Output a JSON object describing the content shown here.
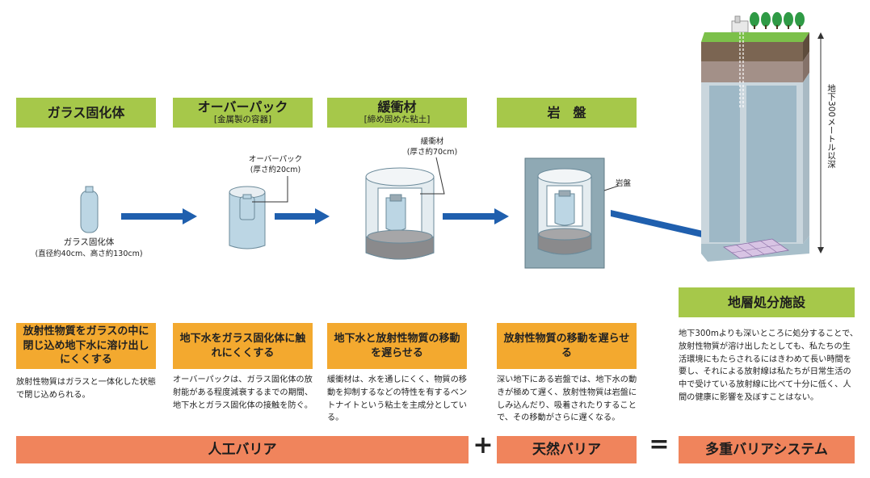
{
  "headers": {
    "glass": {
      "title": "ガラス固化体"
    },
    "overpack": {
      "title": "オーバーパック",
      "sub": "[金属製の容器]"
    },
    "buffer": {
      "title": "緩衝材",
      "sub": "[締め固めた粘土]"
    },
    "rock": {
      "title": "岩　盤"
    },
    "facility": {
      "title": "地層処分施設"
    }
  },
  "captions": {
    "glass_line1": "ガラス固化体",
    "glass_line2": "(直径約40cm、高さ約130cm)",
    "overpack_line1": "オーバーパック",
    "overpack_line2": "(厚さ約20cm)",
    "buffer_line1": "緩衝材",
    "buffer_line2": "(厚さ約70cm)",
    "rock": "岩盤",
    "depth": "地下300メートル以深"
  },
  "highlights": {
    "glass": "放射性物質をガラスの中に閉じ込め地下水に溶け出しにくくする",
    "overpack": "地下水をガラス固化体に触れにくくする",
    "buffer": "地下水と放射性物質の移動を遅らせる",
    "rock": "放射性物質の移動を遅らせる"
  },
  "descriptions": {
    "glass": "放射性物質はガラスと一体化した状態で閉じ込められる。",
    "overpack": "オーバーパックは、ガラス固化体の放射能がある程度減衰するまでの期間、地下水とガラス固化体の接触を防ぐ。",
    "buffer": "緩衝材は、水を通しにくく、物質の移動を抑制するなどの特性を有するベントナイトという粘土を主成分としている。",
    "rock": "深い地下にある岩盤では、地下水の動きが極めて遅く、放射性物質は岩盤にしみ込んだり、吸着されたりすることで、その移動がさらに遅くなる。",
    "facility": "地下300mよりも深いところに処分することで、放射性物質が溶け出したとしても、私たちの生活環境にもたらされるにはきわめて長い時間を要し、それによる放射線は私たちが日常生活の中で受けている放射線に比べて十分に低く、人間の健康に影響を及ぼすことはない。"
  },
  "bars": {
    "artificial": "人工バリア",
    "plus": "+",
    "natural": "天然バリア",
    "equals": "=",
    "multi": "多重バリアシステム"
  },
  "colors": {
    "green": "#a6c84a",
    "orange": "#f3a92f",
    "salmon": "#f0845c",
    "arrow_blue": "#1f5fae",
    "canister_blue": "#bcd6e4"
  }
}
